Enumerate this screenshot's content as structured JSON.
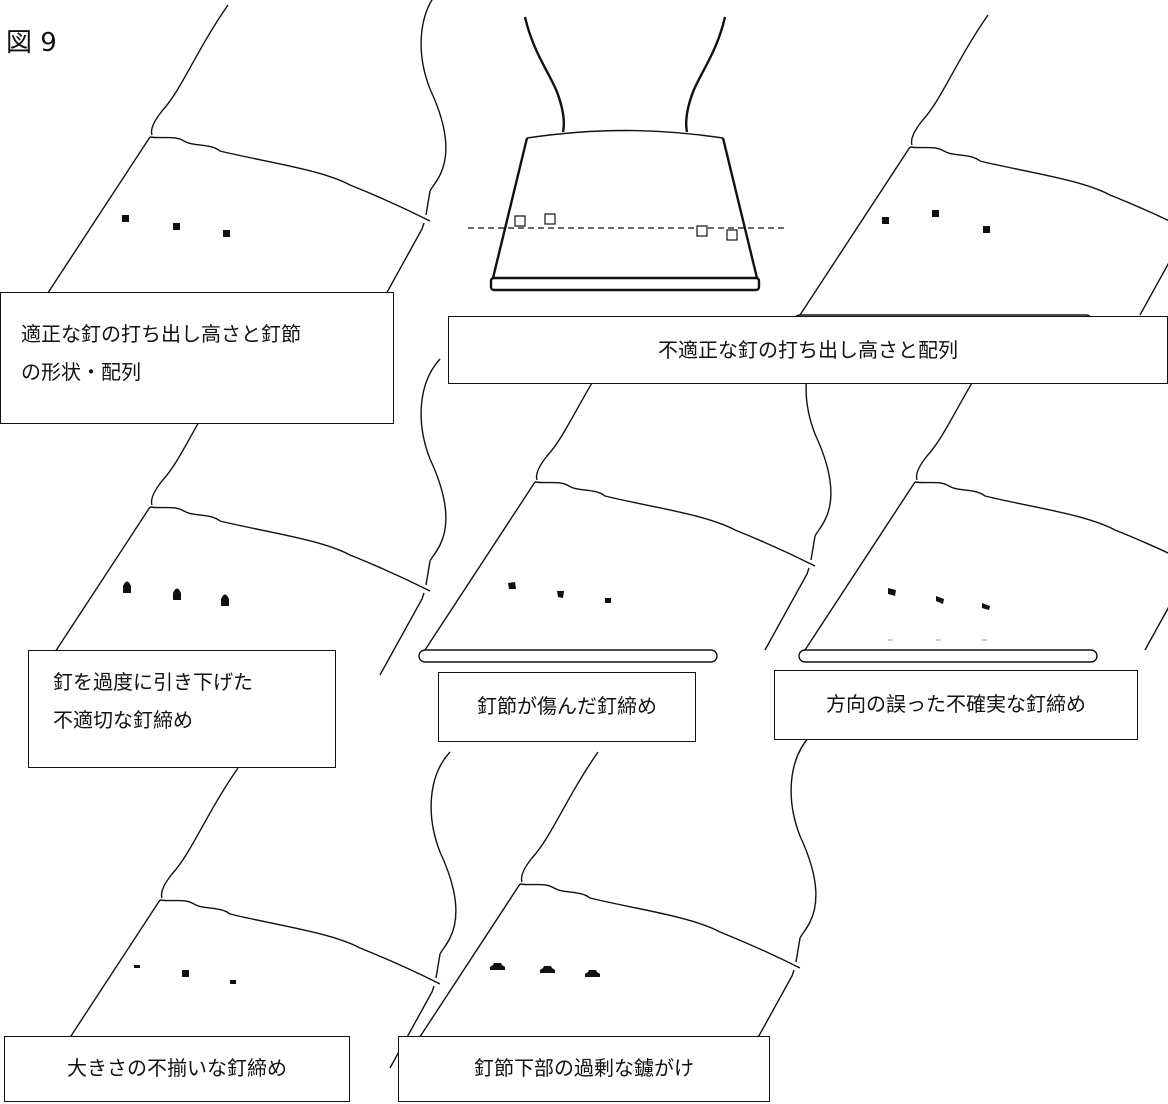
{
  "figure_number": "図 9",
  "panels": [
    {
      "id": "proper",
      "nail_style": "square"
    },
    {
      "id": "improper-height",
      "nail_style": "open-square",
      "level_line": "dashed"
    },
    {
      "id": "improper-height-side",
      "nail_style": "square"
    },
    {
      "id": "overdrawn",
      "nail_style": "bell"
    },
    {
      "id": "damaged-clinch",
      "nail_style": "square"
    },
    {
      "id": "wrong-direction",
      "nail_style": "slanted"
    },
    {
      "id": "uneven-size",
      "nail_style": "mixed"
    },
    {
      "id": "overfiled",
      "nail_style": "flat-base"
    }
  ],
  "captions": {
    "proper": [
      "適正な釘の打ち出し高さと釘節",
      "の形状・配列"
    ],
    "improper_height": "不適正な釘の打ち出し高さと配列",
    "overdrawn": [
      "釘を過度に引き下げた",
      "不適切な釘締め"
    ],
    "damaged": "釘節が傷んだ釘締め",
    "wrong_direction": "方向の誤った不確実な釘締め",
    "uneven_size": "大きさの不揃いな釘締め",
    "overfiled": "釘節下部の過剰な鑢がけ"
  },
  "colors": {
    "line": "#111111",
    "background": "#ffffff"
  }
}
